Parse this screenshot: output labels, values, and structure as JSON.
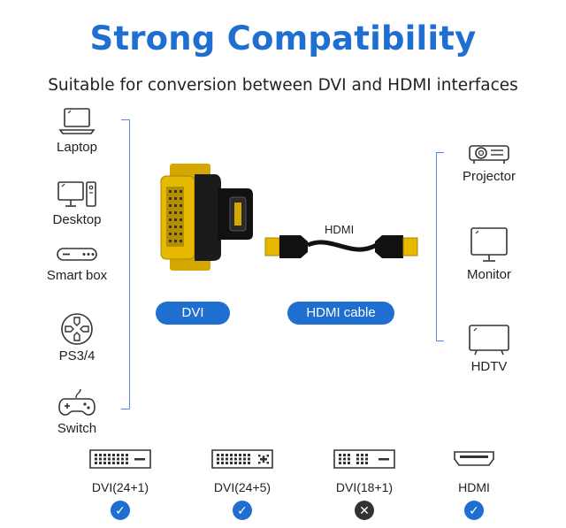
{
  "title": "Strong Compatibility",
  "subtitle": "Suitable for conversion between DVI and HDMI interfaces",
  "left_devices": [
    {
      "label": "Laptop",
      "icon": "laptop-icon"
    },
    {
      "label": "Desktop",
      "icon": "desktop-icon"
    },
    {
      "label": "Smart box",
      "icon": "smart-box-icon"
    },
    {
      "label": "PS3/4",
      "icon": "gamepad-icon"
    },
    {
      "label": "Switch",
      "icon": "switch-controller-icon"
    }
  ],
  "right_devices": [
    {
      "label": "Projector",
      "icon": "projector-icon"
    },
    {
      "label": "Monitor",
      "icon": "monitor-icon"
    },
    {
      "label": "HDTV",
      "icon": "tv-icon"
    }
  ],
  "center": {
    "dvi_pill": "DVI",
    "hdmi_pill": "HDMI cable",
    "cable_label": "HDMI"
  },
  "connectors": [
    {
      "label": "DVI(24+1)",
      "compatible": true,
      "mark": "✓"
    },
    {
      "label": "DVI(24+5)",
      "compatible": true,
      "mark": "✓"
    },
    {
      "label": "DVI(18+1)",
      "compatible": false,
      "mark": "✕"
    },
    {
      "label": "HDMI",
      "compatible": true,
      "mark": "✓"
    }
  ],
  "colors": {
    "accent": "#1f6fd1",
    "line": "#4a8fe0",
    "gold": "#e6b800"
  }
}
